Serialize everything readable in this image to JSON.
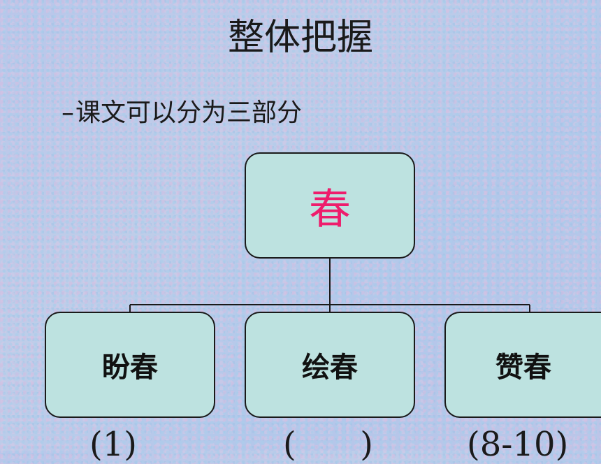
{
  "slide": {
    "title": "整体把握",
    "bullet_dash": "–",
    "bullet_text": "课文可以分为三部分"
  },
  "diagram": {
    "root": {
      "label": "春",
      "color": "#ee1d6c"
    },
    "children": [
      {
        "label": "盼春",
        "range": "(1)"
      },
      {
        "label": "绘春",
        "range": "(      )"
      },
      {
        "label": "赞春",
        "range": "(8-10)"
      }
    ],
    "box_fill": "#bde2e0"
  }
}
